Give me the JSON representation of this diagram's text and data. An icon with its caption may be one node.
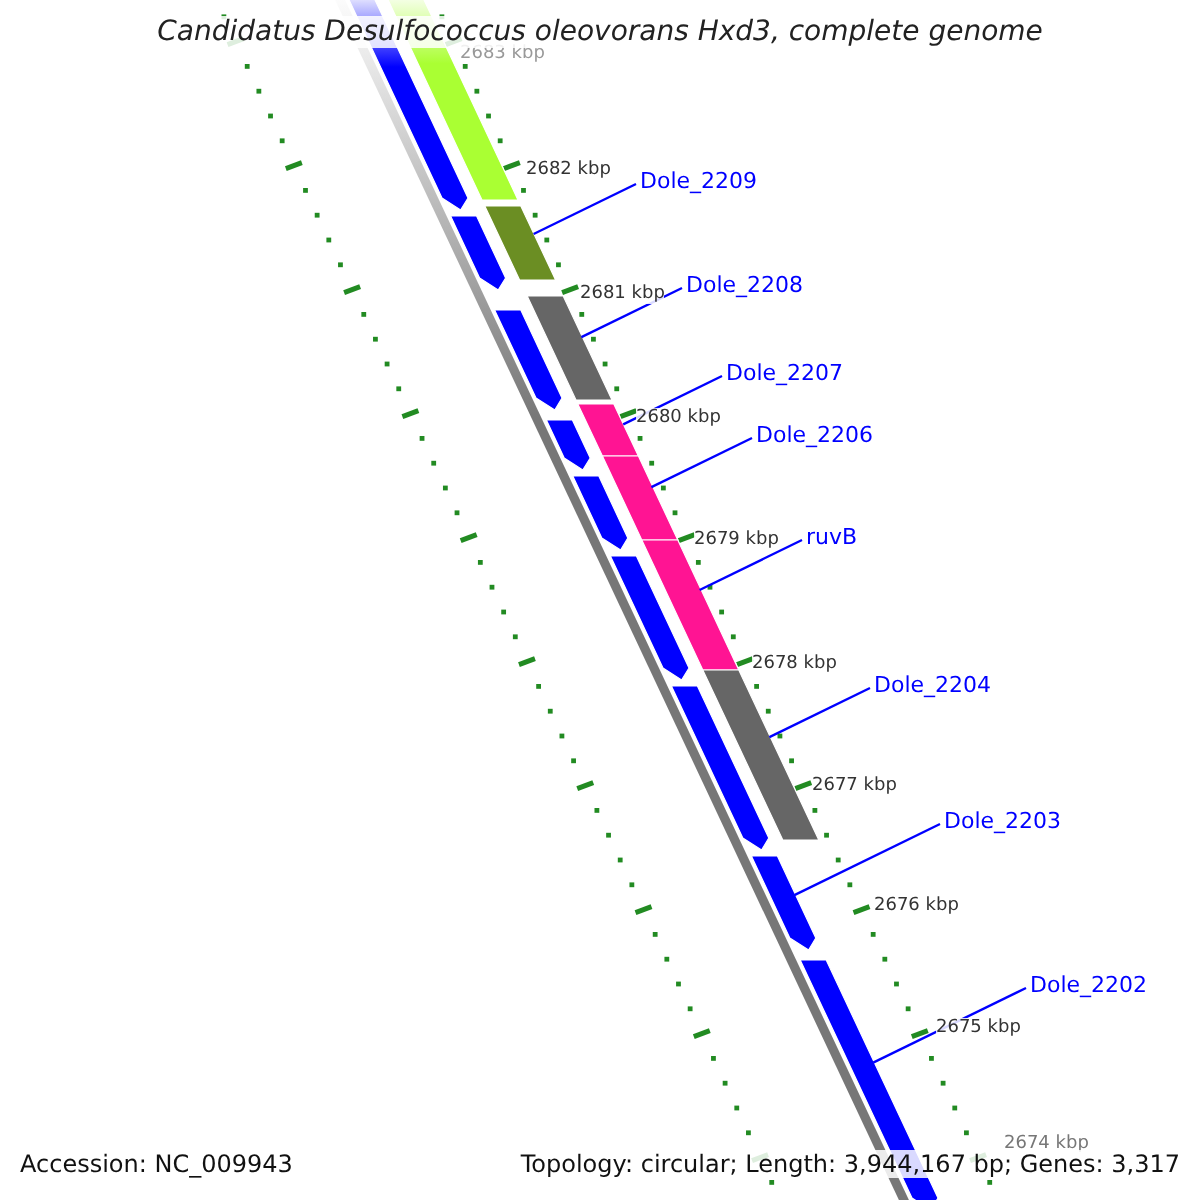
{
  "diagram": {
    "title": "Candidatus Desulfococcus oleovorans Hxd3, complete genome",
    "nodes": [
      {
        "text": [
          "Dole_2209"
        ]
      },
      {
        "text": [
          "Dole_2208"
        ]
      },
      {
        "text": [
          "Dole_2207"
        ]
      },
      {
        "text": [
          "Dole_2206"
        ]
      },
      {
        "text": [
          "ruvB"
        ]
      },
      {
        "text": [
          "Dole_2204"
        ]
      },
      {
        "text": [
          "Dole_2203"
        ]
      },
      {
        "text": [
          "Dole_2202"
        ]
      },
      {
        "text": [],
        "shape": "bar"
      },
      {
        "text": [],
        "shape": "bar"
      },
      {
        "text": [],
        "shape": "bar"
      },
      {
        "text": [],
        "shape": "bar"
      },
      {
        "text": [],
        "shape": "bar"
      },
      {
        "text": [],
        "shape": "bar"
      },
      {
        "text": [],
        "shape": "bar"
      },
      {
        "text": [],
        "shape": "bar"
      },
      {
        "text": [],
        "shape": "bar"
      },
      {
        "text": [],
        "shape": "bar"
      },
      {
        "text": [],
        "shape": "bar"
      },
      {
        "text": [],
        "shape": "bar"
      },
      {
        "text": [],
        "shape": "bar"
      },
      {
        "text": [],
        "shape": "bar"
      },
      {
        "text": [],
        "shape": "bar"
      },
      {
        "text": [],
        "shape": "bar"
      }
    ],
    "edges": [
      {
        "from": 0,
        "to": 8,
        "arrow": "none"
      },
      {
        "from": 1,
        "to": 9,
        "arrow": "none"
      },
      {
        "from": 2,
        "to": 10,
        "arrow": "none"
      },
      {
        "from": 3,
        "to": 11,
        "arrow": "none"
      },
      {
        "from": 4,
        "to": 12,
        "arrow": "none"
      },
      {
        "from": 5,
        "to": 13,
        "arrow": "none"
      },
      {
        "from": 6,
        "to": 14,
        "arrow": "none"
      },
      {
        "from": 7,
        "to": 15,
        "arrow": "none"
      }
    ],
    "labels": [
      "2683 kbp",
      "2682 kbp",
      "2681 kbp",
      "2680 kbp",
      "2679 kbp",
      "2678 kbp",
      "2677 kbp",
      "2676 kbp",
      "2675 kbp",
      "2674 kbp",
      "Accession: NC_009943",
      "Topology: circular; Length: 3,944,167 bp; Genes: 3,317"
    ]
  }
}
